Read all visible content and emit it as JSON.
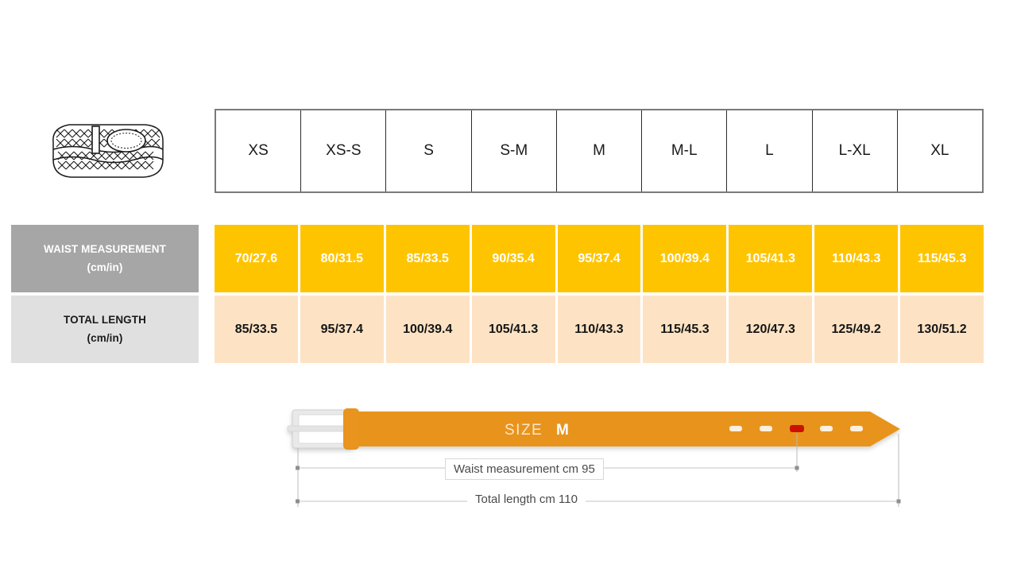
{
  "product": {
    "icon_name": "braided-belt-icon",
    "alt": "Braided belt"
  },
  "table": {
    "sizes": [
      "XS",
      "XS-S",
      "S",
      "S-M",
      "M",
      "M-L",
      "L",
      "L-XL",
      "XL"
    ],
    "rows": [
      {
        "label": "WAIST MEASUREMENT",
        "unit": "(cm/in)",
        "values": [
          "70/27.6",
          "80/31.5",
          "85/33.5",
          "90/35.4",
          "95/37.4",
          "100/39.4",
          "105/41.3",
          "110/43.3",
          "115/45.3"
        ],
        "bg": "#ffc400",
        "label_bg": "#a6a6a6"
      },
      {
        "label": "TOTAL LENGTH",
        "unit": "(cm/in)",
        "values": [
          "85/33.5",
          "95/37.4",
          "100/39.4",
          "105/41.3",
          "110/43.3",
          "115/45.3",
          "120/47.3",
          "125/49.2",
          "130/51.2"
        ],
        "bg": "#fde3c4",
        "label_bg": "#e0e0e0"
      }
    ]
  },
  "diagram": {
    "size_caption": "SIZE",
    "size_value": "M",
    "waist_label": "Waist measurement cm 95",
    "length_label": "Total length cm 110",
    "belt_color": "#e8941e",
    "buckle_color": "#e6e6e6",
    "active_hole_color": "#cc1100",
    "holes": 5,
    "active_hole_index": 3
  }
}
